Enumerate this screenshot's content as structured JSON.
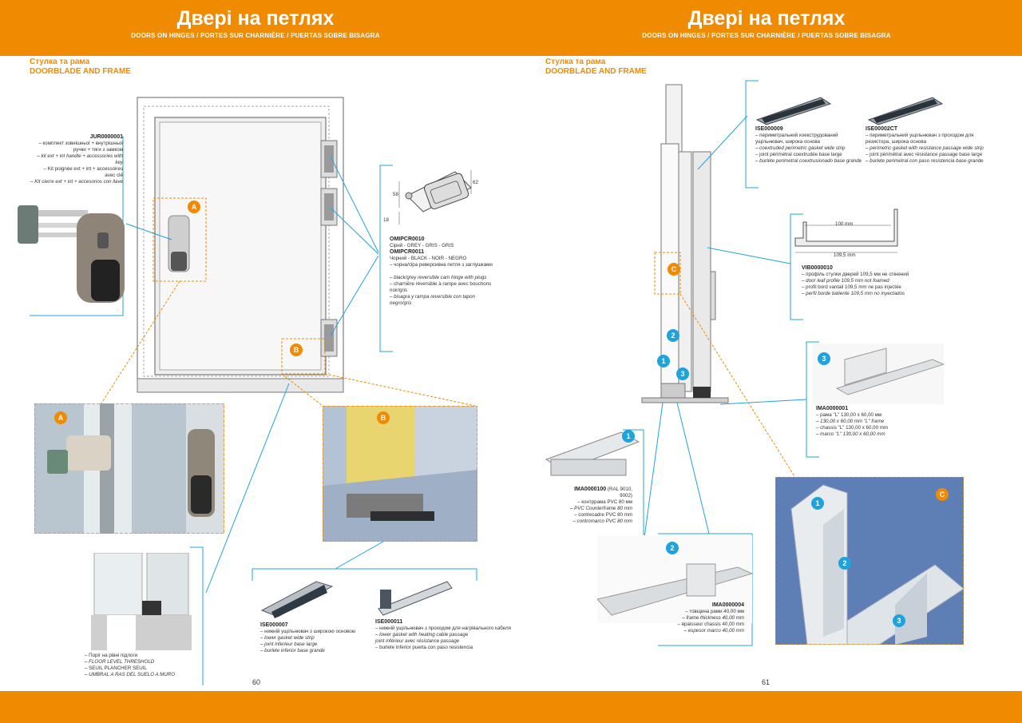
{
  "header": {
    "title": "Двері на петлях",
    "subtitle": "DOORS ON HINGES / PORTES SUR CHARNIÈRE / PUERTAS SOBRE BISAGRA"
  },
  "section": {
    "ua": "Стулка та рама",
    "en": "DOORBLADE AND FRAME"
  },
  "colors": {
    "accent": "#f08a00",
    "badge_blue": "#1fa3dd",
    "leader_line": "#1fa3dd"
  },
  "page_numbers": {
    "left": "60",
    "right": "61"
  },
  "badges": {
    "a": "A",
    "b": "B",
    "c": "C",
    "n1": "1",
    "n2": "2",
    "n3": "3"
  },
  "products": {
    "handle": {
      "code": "JUR0000001",
      "lines": [
        "– комплект зовнішньої + внутрішньої",
        "ручки + тяги з замком",
        "– kit ext + int handle + accessories with key",
        "– Kit poignée ext + int + accessoires",
        "avec clé",
        "– Kit cierre ext + int + accesorios con llave"
      ]
    },
    "hinge": {
      "code1": "OMIPCR0010",
      "color1": "Сірий - GREY - GRIS - GRIS",
      "code2": "OMIPCR0011",
      "color2": "Чорний - BLACK - NOIR - NEGRO",
      "lines": [
        "– чорна/сіра реверсивна петля з заглушками",
        "– black/grey reversible cam hinge with plugs",
        "– charnière réversible à rampe avec bouchons",
        "noir/gris",
        "– bisagra y rampa reversible con tapon",
        "negro/gris"
      ],
      "dims": {
        "d58": "58",
        "d62": "62",
        "d18": "18"
      }
    },
    "threshold": {
      "lines": [
        "– Поріг на рівні підлоги",
        "– FLOOR LEVEL THRESHOLD",
        "– SEUIL PLANCHER SEUIL",
        "– UMBRAL A RAS DEL SUELO A MURO"
      ]
    },
    "gasket_lower": {
      "code": "ISE000007",
      "lines": [
        "– нижній ущільнювач з широкою основою",
        "– lower gasket wide strip",
        "– joint inferieur base large",
        "– burlete inferior base grande"
      ]
    },
    "gasket_heating": {
      "code": "ISE000011",
      "lines": [
        "– нижній ущільнювач з проходом для нагрівального кабеля",
        "– lower gasket with heating cable passage",
        "joint inférieur avec résistance passage",
        "– burlete inferior puerta con paso resistencia"
      ]
    },
    "gasket_perimetral": {
      "code": "ISE000009",
      "lines": [
        "– периметральний коекструдований",
        "ущільнювач, широка основа",
        "– coextruded perimetric gasket wide strip",
        "– joint périmétral coextrudée base large",
        "– burlete perimetral coextrusionado base grande"
      ]
    },
    "gasket_perimetral_ct": {
      "code": "ISE00002CT",
      "lines": [
        "– периметральний ущільнювач з проходом для",
        "резистора, широка основа",
        "– perimetric gasket with resistance passage wide strip",
        "– joint périmétral avec résistance passage base large",
        "– burlete perimetral con paso resistencia base grande"
      ]
    },
    "profile": {
      "code": "VIB0000010",
      "dim_top": "100 mm",
      "dim_bottom": "109,5 mm",
      "lines": [
        "– профіль стулки дверей 109,5 мм не спінений",
        "– door leaf profile 109,5 mm not foamed",
        "– profil bord vantail 109,5 mm ne pas injectée",
        "– perfil borde batiente 109,5 mm no inyectados"
      ]
    },
    "frame_l": {
      "code": "IMA0000001",
      "lines": [
        "– рама \"L\" 130,00 x 60,00 мм",
        "– 130,00 x 60,00 mm \"L\" frame",
        "– chassis \"L\" 130,00 x 60,00 mm",
        "– marco \"L\" 130,00 x 60,00 mm"
      ]
    },
    "counterframe": {
      "code": "IMA0000100",
      "code_suffix": "(RAL 9010, 9002)",
      "lines": [
        "– контррама PVC 80 мм",
        "– PVC Counterframe 80 mm",
        "– contrecadre PVC 80 mm",
        "– contromarco PVC 80 mm"
      ]
    },
    "frame_thickness": {
      "code": "IMA0000004",
      "lines": [
        "– товщина рами 40,00 мм",
        "– frame thickness 40,00 mm",
        "– épaisseur chassis 40,00 mm",
        "– espesor marco 40,00 mm"
      ]
    }
  }
}
